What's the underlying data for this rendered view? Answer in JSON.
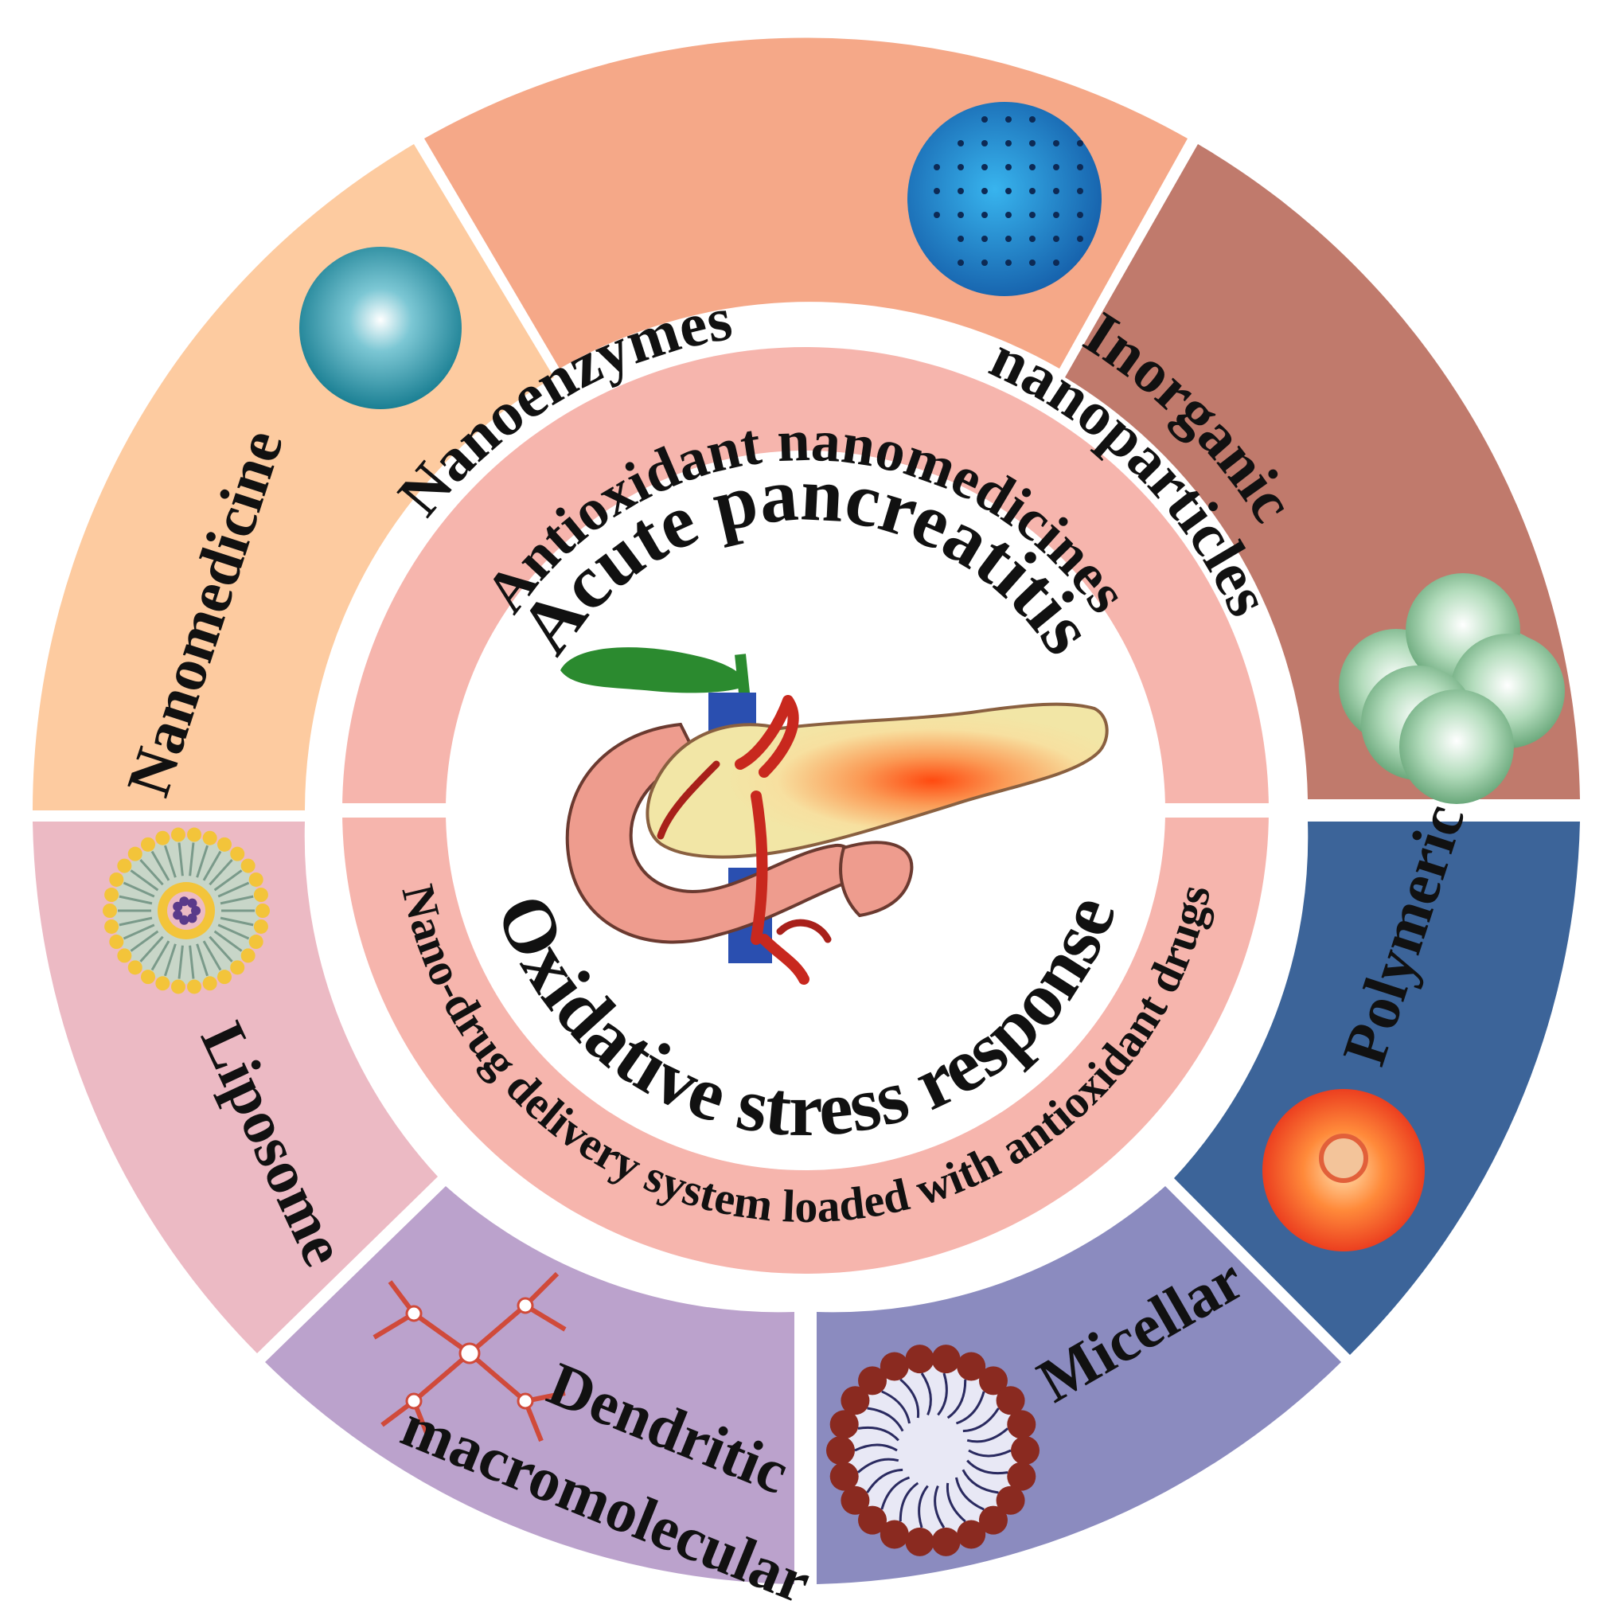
{
  "center": {
    "top_title": "Acute pancreatitis",
    "bottom_title": "Oxidative stress response"
  },
  "inner_ring": {
    "top_label": "Antioxidant nanomedicines",
    "bottom_label": "Nano-drug delivery system loaded with antioxidant drugs",
    "color": "#f6b5ad"
  },
  "outer_segments": [
    {
      "label": "Nanoenzymes",
      "color": "#f5a888",
      "icon": "dotted-blue-sphere-icon"
    },
    {
      "label_line1": "Inorganic",
      "label_line2": "nanoparticles",
      "color": "#c07a6c",
      "icon": "green-sphere-cluster-icon"
    },
    {
      "label": "Polymeric",
      "color": "#3c6499",
      "icon": "orange-polymer-sphere-icon"
    },
    {
      "label": "Micellar",
      "color": "#8b8bbf",
      "icon": "micelle-icon"
    },
    {
      "label_line1": "Dendritic",
      "label_line2": "macromolecular",
      "color": "#bba2cc",
      "icon": "dendrimer-icon"
    },
    {
      "label": "Liposome",
      "color": "#ecbac4",
      "icon": "liposome-icon"
    },
    {
      "label": "Nanomedicine",
      "color": "#fdcba0",
      "icon": "teal-sphere-icon"
    }
  ]
}
